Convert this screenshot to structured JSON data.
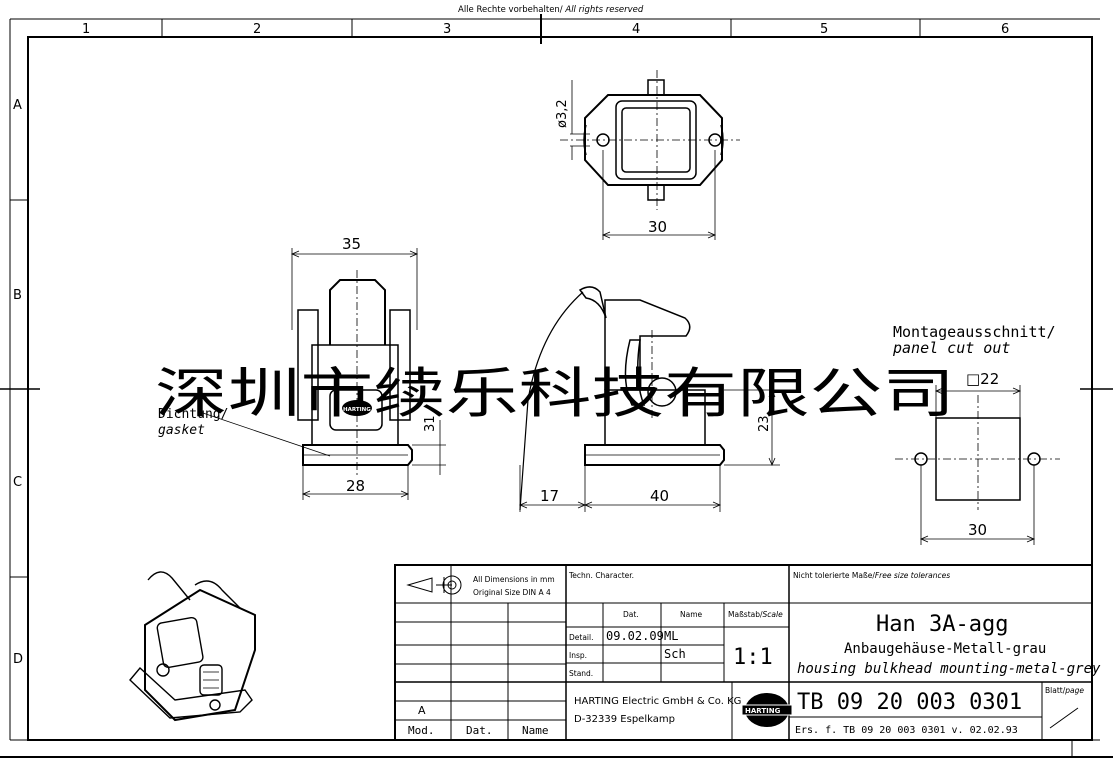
{
  "header": {
    "rights": "Alle Rechte vorbehalten/ ",
    "rights_italic": "All rights reserved"
  },
  "frame": {
    "columns": [
      "1",
      "2",
      "3",
      "4",
      "5",
      "6"
    ],
    "rows": [
      "A",
      "B",
      "C",
      "D"
    ]
  },
  "dimensions": {
    "hole_diameter": "ø3,2",
    "top_width": "30",
    "side_width": "35",
    "base_width": "28",
    "side_height": "31",
    "front_offset": "17",
    "front_width": "40",
    "front_height": "23",
    "cutout_size": "□22",
    "cutout_hole_spacing": "30"
  },
  "labels": {
    "gasket_de": "Dichtung/",
    "gasket_en": "gasket",
    "cutout_de": "Montageausschnitt/",
    "cutout_en": "panel cut out",
    "logo_small": "HARTING"
  },
  "title_block": {
    "dimensions_note_line1": "All Dimensions in mm",
    "dimensions_note_line2": "Original Size DIN A 4",
    "techn_character": "Techn. Character.",
    "tolerance_de": "Nicht tolerierte Maße/",
    "tolerance_en": "Free size tolerances",
    "col_date": "Dat.",
    "col_name": "Name",
    "scale_label_de": "Maßstab/",
    "scale_label_en": "Scale",
    "row_detail": "Detail.",
    "row_insp": "Insp.",
    "row_stand": "Stand.",
    "detail_date": "09.02.09",
    "detail_name": "ML",
    "insp_name": "Sch",
    "scale": "1:1",
    "product": "Han 3A-agg",
    "desc_de": "Anbaugehäuse-Metall-grau",
    "desc_en": "housing bulkhead mounting-metal-grey",
    "company_line1": "HARTING Electric GmbH & Co. KG",
    "company_line2": "D-32339 Espelkamp",
    "logo": "HARTING",
    "drawing_number": "TB 09 20 003 0301",
    "sheet_label_de": "Blatt/",
    "sheet_label_en": "page",
    "replaces": "Ers. f. TB 09 20 003 0301 v. 02.02.93",
    "revision_letter": "A",
    "rev_col_mod": "Mod.",
    "rev_col_date": "Dat.",
    "rev_col_name": "Name"
  },
  "watermark": "深圳市续乐科技有限公司"
}
